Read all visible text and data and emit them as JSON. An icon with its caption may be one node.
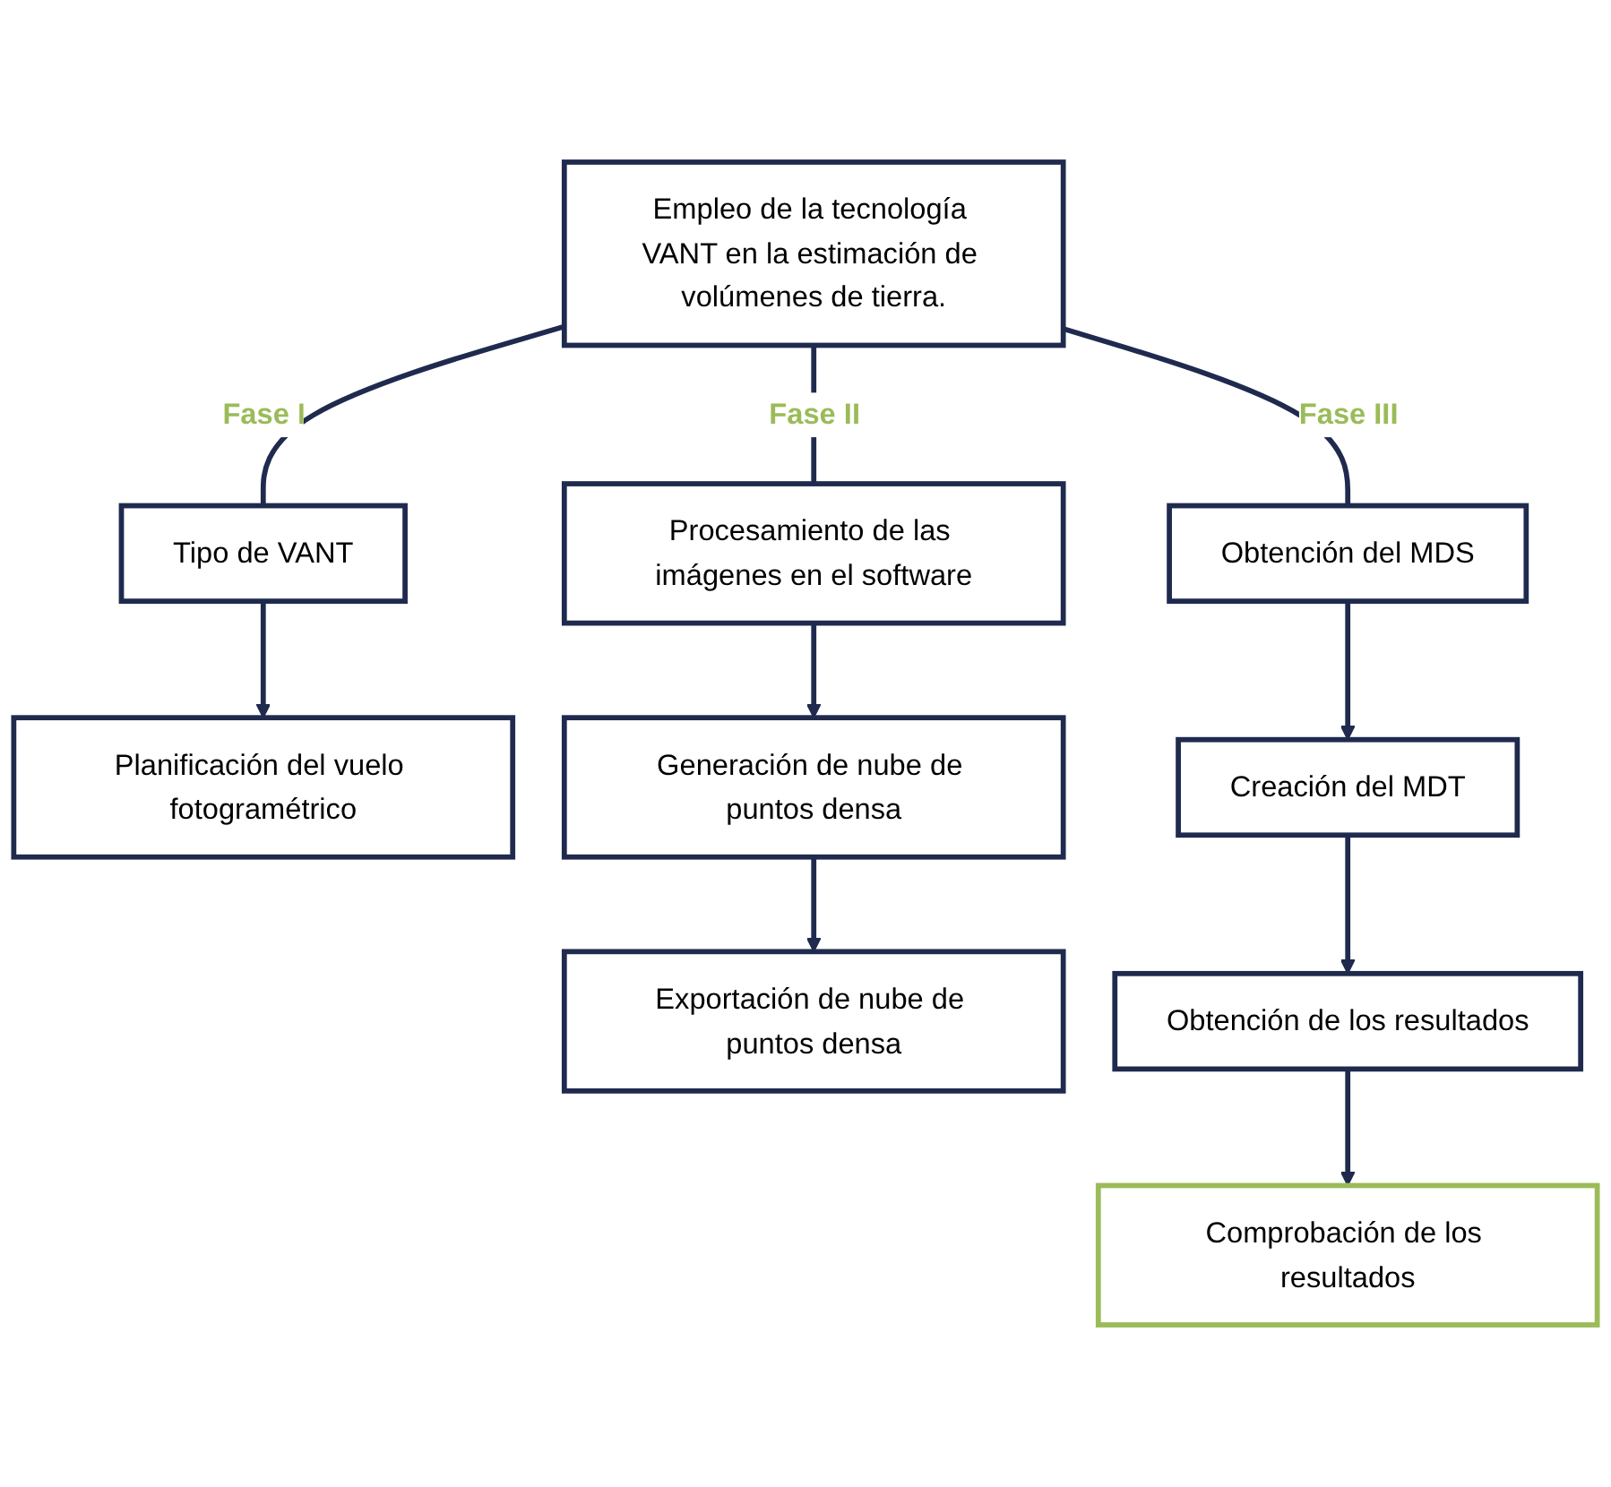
{
  "diagram": {
    "nodes": [
      {
        "text": [
          "Empleo de la tecnología VANT en la estimación de volúmenes de tierra."
        ]
      },
      {
        "text": [
          "Tipo de VANT"
        ]
      },
      {
        "text": [
          "Planificación del vuelo fotogramétrico"
        ]
      },
      {
        "text": [
          "Procesamiento de las imágenes en el software"
        ]
      },
      {
        "text": [
          "Generación de nube de puntos densa"
        ]
      },
      {
        "text": [
          "Exportación de nube de puntos densa"
        ]
      },
      {
        "text": [
          "Obtención del MDS"
        ]
      },
      {
        "text": [
          "Creación del MDT"
        ]
      },
      {
        "text": [
          "Obtención de los resultados"
        ]
      },
      {
        "text": [
          "Comprobación de los resultados"
        ]
      }
    ],
    "edges": [
      {
        "from": 0,
        "to": 1,
        "arrow": "none",
        "label": "Fase I"
      },
      {
        "from": 1,
        "to": 2,
        "arrow": "to"
      },
      {
        "from": 0,
        "to": 3,
        "arrow": "none",
        "label": "Fase II"
      },
      {
        "from": 3,
        "to": 4,
        "arrow": "to"
      },
      {
        "from": 4,
        "to": 5,
        "arrow": "to"
      },
      {
        "from": 0,
        "to": 6,
        "arrow": "none",
        "label": "Fase III"
      },
      {
        "from": 6,
        "to": 7,
        "arrow": "to"
      },
      {
        "from": 7,
        "to": 8,
        "arrow": "to"
      },
      {
        "from": 8,
        "to": 9,
        "arrow": "to"
      }
    ]
  }
}
